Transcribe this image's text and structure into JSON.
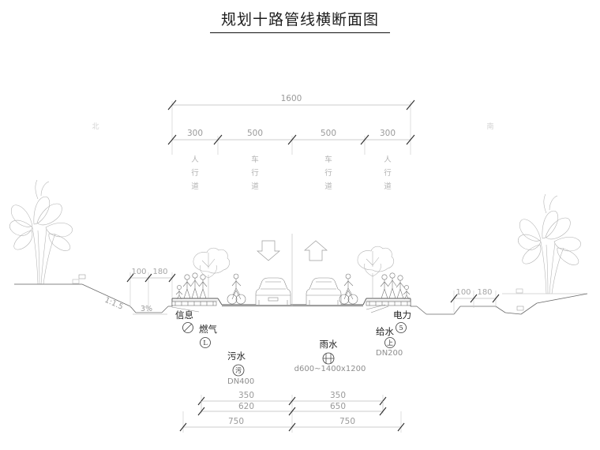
{
  "drawing": {
    "title": "规划十路管线横断面图",
    "type": "road-cross-section"
  },
  "side_markers": {
    "left": "北",
    "right": "南"
  },
  "top_dimensions": {
    "total": "1600",
    "segments": [
      "300",
      "500",
      "500",
      "300"
    ]
  },
  "lane_labels": [
    {
      "chars": [
        "人",
        "行",
        "道"
      ]
    },
    {
      "chars": [
        "车",
        "行",
        "道"
      ]
    },
    {
      "chars": [
        "车",
        "行",
        "道"
      ]
    },
    {
      "chars": [
        "人",
        "行",
        "道"
      ]
    }
  ],
  "slope_labels": {
    "left_embankment": "1:1.5",
    "left_ditch": "3%"
  },
  "curb_dimensions": {
    "left": [
      "100",
      "180"
    ],
    "right": [
      "100",
      "180"
    ]
  },
  "utilities": [
    {
      "name": "信息",
      "symbol": "",
      "spec": "",
      "side": "left"
    },
    {
      "name": "燃气",
      "symbol": "L",
      "spec": "",
      "side": "left"
    },
    {
      "name": "污水",
      "symbol": "污",
      "spec": "DN400",
      "side": "left"
    },
    {
      "name": "雨水",
      "symbol": "",
      "spec": "d600~1400x1200",
      "side": "center"
    },
    {
      "name": "电力",
      "symbol": "5",
      "spec": "",
      "side": "right"
    },
    {
      "name": "给水",
      "symbol": "上",
      "spec": "DN200",
      "side": "right"
    }
  ],
  "bottom_dimensions": {
    "row1": [
      "350",
      "350"
    ],
    "row2": [
      "620",
      "650"
    ],
    "row3": [
      "750",
      "750"
    ]
  },
  "traffic": {
    "left_arrow": "down",
    "right_arrow": "up",
    "vehicles": 2,
    "cyclists": 2
  }
}
